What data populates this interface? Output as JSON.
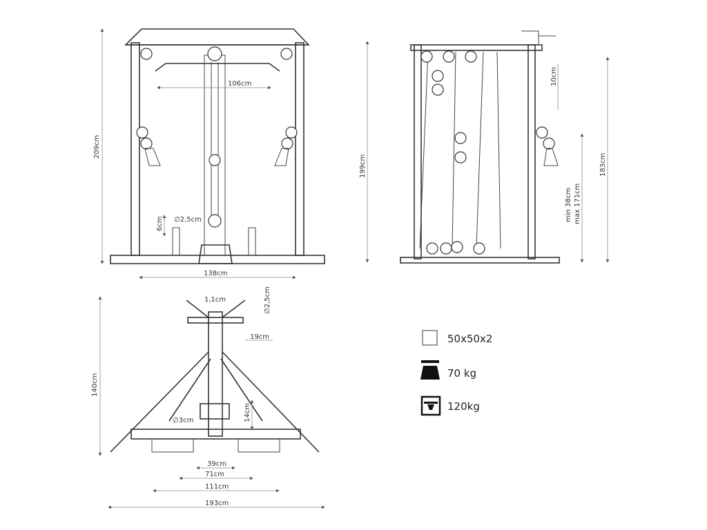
{
  "front_view": {
    "height": "209cm",
    "bar_width": "106cm",
    "peg_diameter": "∅2,5cm",
    "peg_height": "6cm",
    "width": "138cm"
  },
  "side_view": {
    "height": "199cm",
    "step": "10cm",
    "pulley_height": "183cm",
    "min_height": "min 38cm",
    "max_height": "max 171cm"
  },
  "top_view": {
    "tube": "1,1cm",
    "peg_diameter": "∅2,5cm",
    "offset": "19cm",
    "depth": "140cm",
    "hole_diameter": "∅3cm",
    "plate_depth": "14cm",
    "w39": "39cm",
    "w71": "71cm",
    "w111": "111cm",
    "w193": "193cm"
  },
  "legend": {
    "profile": "50x50x2",
    "weight": "70 kg",
    "max_load": "120kg"
  }
}
